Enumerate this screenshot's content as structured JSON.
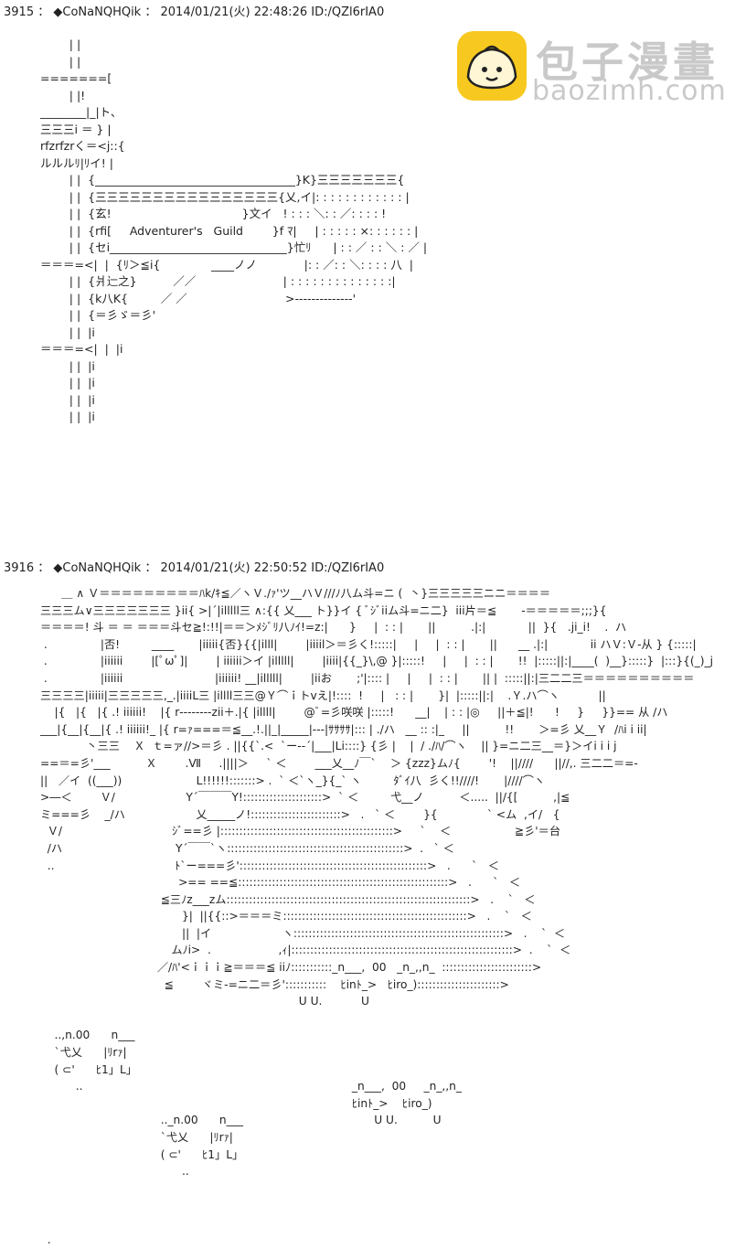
{
  "posts": [
    {
      "number": "3915",
      "separator": "：",
      "author": "◆CoNaNQHQik",
      "datetime": "2014/01/21(火) 22:48:26",
      "id": "ID:/QZl6rIA0",
      "art": "        | |\n        | |\n=======[\n        | |!\n________|_|ト、\n三三三i ＝ } |\nrfzrfzrく＝<j::{\nルルルﾘ|ﾘイ! |\n        | |  {___________________________________}K}三三三三三三三{\n        | |  {三三三三三三三三三三三三三三三三{乂,イ|: : : : : : : : : : : : |\n        | |  {玄!                                    }文イ   ! : : : ＼: : ／: : : : !\n        | |  {rfi[     Adventurer's   Guild        }f ﾏ|     | : : : : : ×: : : : : : |\n        | |  {セi_______________________________}忙ﾘ      | : : ／ : : ＼ : ／ |\n＝＝＝=<|  |  {ﾘ＞≦i{              ____ノノ             |: : ／: : ＼: : : : 八  |\n        | |  {爿辷之}          ／／                        | : : : : : : : : : : : : : :|\n        | |  {k八K{         ／ ／                           >‐‐‐‐‐‐‐‐‐‐‐‐‐‐'\n        | |  {＝彡ゞ＝彡'\n        | |  |i\n＝＝＝=<|  |  |i\n        | |  |i\n        | |  |i\n        | |  |i\n        | |  |i"
    },
    {
      "number": "3916",
      "separator": "：",
      "author": "◆CoNaNQHQik",
      "datetime": "2014/01/21(火) 22:50:52",
      "id": "ID:/QZl6rIA0",
      "art": "      ＿ ∧ Ｖ＝＝＝＝＝＝＝＝＝ﾊk/ｷ≦／ヽＶ./ｧ'ツ__ハＶ///ﾉ八ム斗=ニ (  丶}三三三三三ニニ＝＝＝＝\n三三三ム∨三三三三三三三 }ii{ >|´|illlll三 ∧:{{ 乂___ ト}}イ { ﾞｼﾞiiム斗=ニ二}  iii片＝≦       -＝＝＝＝＝;;;}{\n＝＝＝＝! 斗 ＝ ＝ ＝＝＝斗セ≧!:!!|＝＝＞ﾒｼﾞﾘ八ﾉｲ!=z:|      }     |  : : |       ||          .|:|            ||  }{   .ji_i!    .  ハ\n .               |否!         ____       |iiiii{否}{{|illl|        |iiiil＞＝彡く!:::::|     |     |  : : |       ||      __ .|:|            ii ハＶ:Ｖ-从 } {:::::|\n .               |iiiiii        |[ﾟωﾟ]|        | iiiiii＞イ |illlll|        |iiii|{{_}\\,@ }|:::::!     |     |  : : |       !!  |:::::||:|____(  )__}:::::}  |:::}{(_)_j\n .               |iiiiii                          |iiiiii! __|illlll|        |iiお       ;'|:::: |     |     |  : : |       || |  :::::||:|三二二三＝＝＝＝＝＝＝＝＝＝\n三三三三|iiiii|三三三三三,_.|iiiiL三 |illll三三@Ｙ⌒ｉトvえ|!::::  !     |   : : |       }|  |:::::||:|    .Ｙ.ハ⌒ヽ           ||\n    |{   |{   |{ .! iiiiii!    |{ r‐‐‐‐‐‐‐‐zii＋.|{ |illll|        @ﾞ=彡咲咲 |:::::!      __|    | : : |◎     ||＋≦|!      !     }     }}== 从 /ハ\n___|{__|{__|{ .! iiiiii!_ |{ r=ｧ===＝≦__.!.||_|_____|‐‐‐|ｻｻｻｻ|::: | ./ハ   __ :: :|_     ||          !!       ＞=彡 乂__Ｙ  /ﾊi i ii|\n             丶三三    Ｘ  ｔ=ァ//>＝彡 . ||{{`.<  `ー‐-´|___|Li::::} {彡 |    |  / ./ﾊ/⌒ヽ    || }=ニ二三__＝}＞イi i i j\n==＝=彡'___          Ｘ        .Ⅶ     .||||＞     ` ＜        ___乂__ﾉ￣`    ＞ {zzz}ムﾉ{        '!    ||////      ||//,. 三二二＝=-\n||   ／イ  ((___))                     L!!!!!!:::::::> .  ` ＜`ヽ_}{_` ヽ         ﾀﾞｲ八  彡く!!////!       |////⌒ヽ\n>―＜        Ｖ/                    Y´￣￣￣Y!:::::::::::::::::::::>  ` ＜         弋__ノ          ＜.....  ||/{[          ,|≦\nミ===彡    _/ハ                    乂_____ノ!::::::::::::::::::::::::>   .   ` ＜        }{              ` <ム  ,イ/   {\n  Ｖ/                               ｼﾞ==彡 |::::::::::::::::::::::::::::::::::::::::::::::>     `    ＜                  ≧彡'＝台\n  /ハ                                Y´￣￣`ヽ:::::::::::::::::::::::::::::::::::::::::::::::>  .   ` ＜\n  ..                                  ﾄ`ー===彡'::::::::::::::::::::::::::::::::::::::::::::::::::>   .      `   ＜\n                                       >== ==≦::::::::::::::::::::::::::::::::::::::::::::::::::::::::>   .      `   ＜\n                                  ≦三ﾉz___zム:::::::::::::::::::::::::::::::::::::::::::::::::::::::::::::::::>   .    `   ＜\n                                        }|  ||{{::>＝＝＝ミ:::::::::::::::::::::::::::::::::::::::::::::::::>   .    `   ＜\n                                        ||  |イ                    ヽ::::::::::::::::::::::::::::::::::::::::::::::::::::::::>   .    `  ＜\n                                     ムﾉi>  .                   ,ｨ|:::::::::::::::::::::::::::::::::::::::::::::::::::::::::::>  .    `  ＜\n                                 ／/ﾊ'<ｉｉｉ≧＝＝＝≦ iiﾉ:::::::::::_n___,  00   _n_,,n_  ::::::::::::::::::::::::>\n                                   ≦        ヾミ‐=ニ二＝彡':::::::::::    ﾋinﾄ_>   ﾋiro_)::::::::::::::::::::::>\n                                                                         U U.           U\n\n    ..,n.00      n___\n    `弋乂      |ﾘrｧ|\n    ( ⊂'      ﾋ1」L」\n          ..                                                                            _n___,  00     _n_,,n_\n                                                                                        ﾋinﾄ_>    ﾋiro_)\n                                  .._n.00      n___                                     U U.          U\n                                  `弋乂      |ﾘrｧ|\n                                  ( ⊂'      ﾋ1」L」\n                                        ..\n\n\n\n  ."
    }
  ],
  "watermark": {
    "site_cn": "包子漫畫",
    "site_en": "baozimh.com",
    "badge_color": "#f7c81f",
    "text_color": "#c9c9c9",
    "icon": "bun-mascot-icon"
  }
}
